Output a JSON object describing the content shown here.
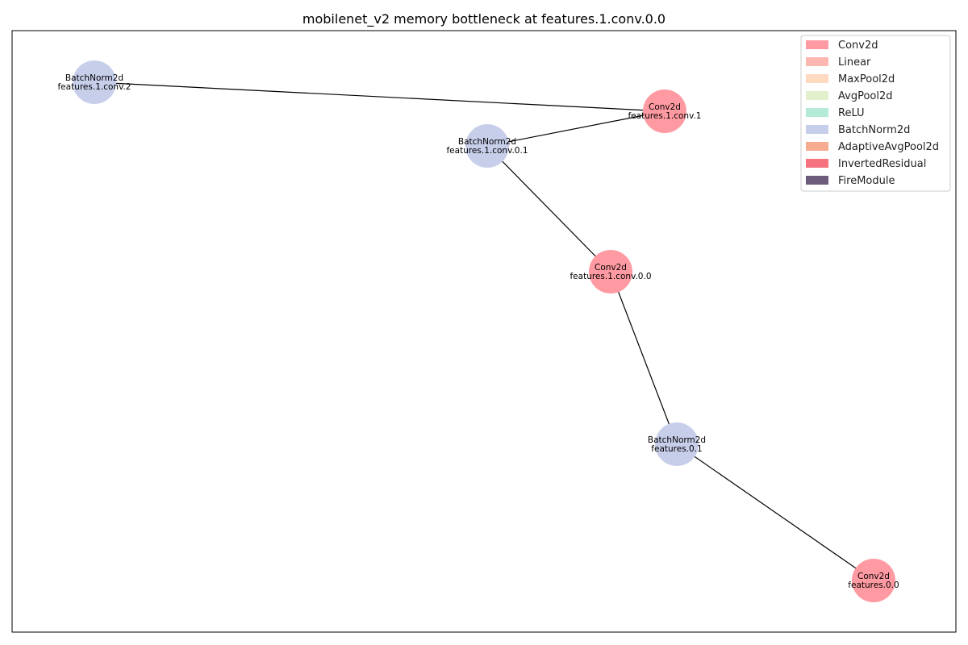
{
  "title": "mobilenet_v2 memory bottleneck at features.1.conv.0.0",
  "legend": [
    {
      "label": "Conv2d",
      "color": "#ff9aa2"
    },
    {
      "label": "Linear",
      "color": "#ffb7b2"
    },
    {
      "label": "MaxPool2d",
      "color": "#ffdac1"
    },
    {
      "label": "AvgPool2d",
      "color": "#e2f0cb"
    },
    {
      "label": "ReLU",
      "color": "#b5ead7"
    },
    {
      "label": "BatchNorm2d",
      "color": "#c7ceea"
    },
    {
      "label": "AdaptiveAvgPool2d",
      "color": "#f7ac8f"
    },
    {
      "label": "InvertedResidual",
      "color": "#f6727f"
    },
    {
      "label": "FireModule",
      "color": "#6c5b7b"
    }
  ],
  "nodes": [
    {
      "id": "features.1.conv.2",
      "type": "BatchNorm2d",
      "label1": "BatchNorm2d",
      "label2": "features.1.conv.2"
    },
    {
      "id": "features.1.conv.1",
      "type": "Conv2d",
      "label1": "Conv2d",
      "label2": "features.1.conv.1"
    },
    {
      "id": "features.1.conv.0.1",
      "type": "BatchNorm2d",
      "label1": "BatchNorm2d",
      "label2": "features.1.conv.0.1"
    },
    {
      "id": "features.1.conv.0.0",
      "type": "Conv2d",
      "label1": "Conv2d",
      "label2": "features.1.conv.0.0"
    },
    {
      "id": "features.0.1",
      "type": "BatchNorm2d",
      "label1": "BatchNorm2d",
      "label2": "features.0.1"
    },
    {
      "id": "features.0.0",
      "type": "Conv2d",
      "label1": "Conv2d",
      "label2": "features.0.0"
    }
  ],
  "edges": [
    {
      "from": "features.1.conv.2",
      "to": "features.1.conv.1"
    },
    {
      "from": "features.1.conv.1",
      "to": "features.1.conv.0.1"
    },
    {
      "from": "features.1.conv.0.1",
      "to": "features.1.conv.0.0"
    },
    {
      "from": "features.1.conv.0.0",
      "to": "features.0.1"
    },
    {
      "from": "features.0.1",
      "to": "features.0.0"
    }
  ]
}
